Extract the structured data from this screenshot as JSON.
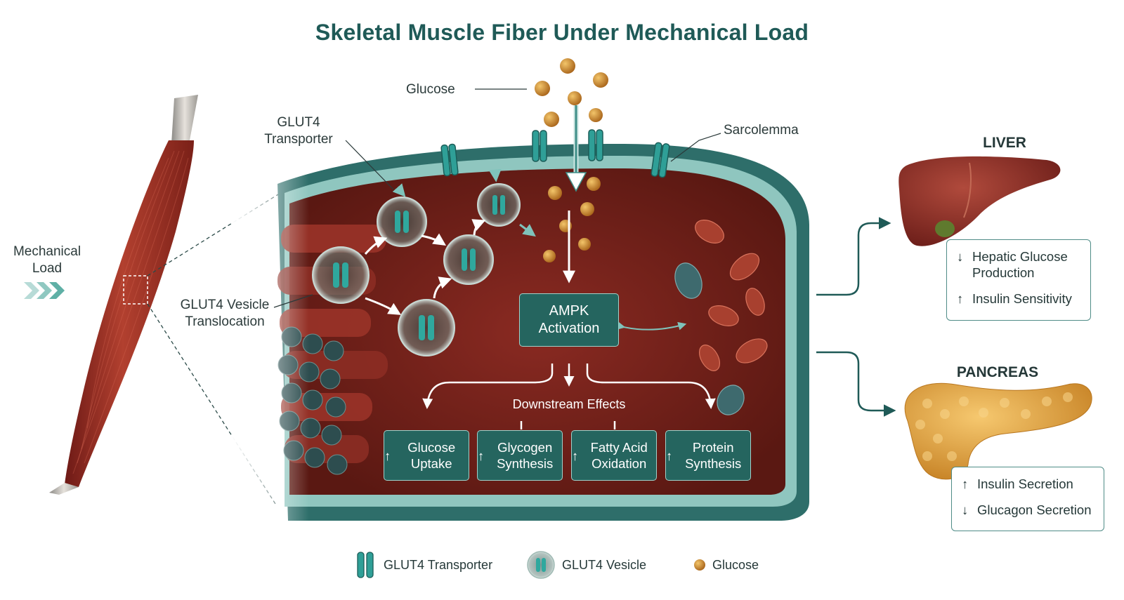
{
  "title": "Skeletal Muscle Fiber Under Mechanical Load",
  "labels": {
    "mechanical_load": "Mechanical Load",
    "glucose": "Glucose",
    "glut4_transporter": "GLUT4 Transporter",
    "sarcolemma": "Sarcolemma",
    "glut4_vesicle_translocation": "GLUT4 Vesicle Translocation",
    "ampk_activation": "AMPK Activation",
    "downstream_effects": "Downstream Effects"
  },
  "effects": [
    {
      "arrow": "↑",
      "text": "Glucose Uptake"
    },
    {
      "arrow": "↑",
      "text": "Glycogen Synthesis"
    },
    {
      "arrow": "↑",
      "text": "Fatty Acid Oxidation"
    },
    {
      "arrow": "↑",
      "text": "Protein Synthesis"
    }
  ],
  "liver": {
    "name": "LIVER",
    "effects": [
      {
        "arrow": "↓",
        "text": "Hepatic Glucose Production"
      },
      {
        "arrow": "↑",
        "text": "Insulin Sensitivity"
      }
    ]
  },
  "pancreas": {
    "name": "PANCREAS",
    "effects": [
      {
        "arrow": "↑",
        "text": "Insulin Secretion"
      },
      {
        "arrow": "↓",
        "text": "Glucagon Secretion"
      }
    ]
  },
  "legend": [
    {
      "icon": "transporter",
      "label": "GLUT4 Transporter"
    },
    {
      "icon": "vesicle",
      "label": "GLUT4 Vesicle"
    },
    {
      "icon": "glucose",
      "label": "Glucose"
    }
  ],
  "colors": {
    "teal": "#25655f",
    "muscle": "#a8362c",
    "glucose": "#c98a24",
    "liver": "#8e2f27",
    "pancreas": "#e0a646"
  }
}
